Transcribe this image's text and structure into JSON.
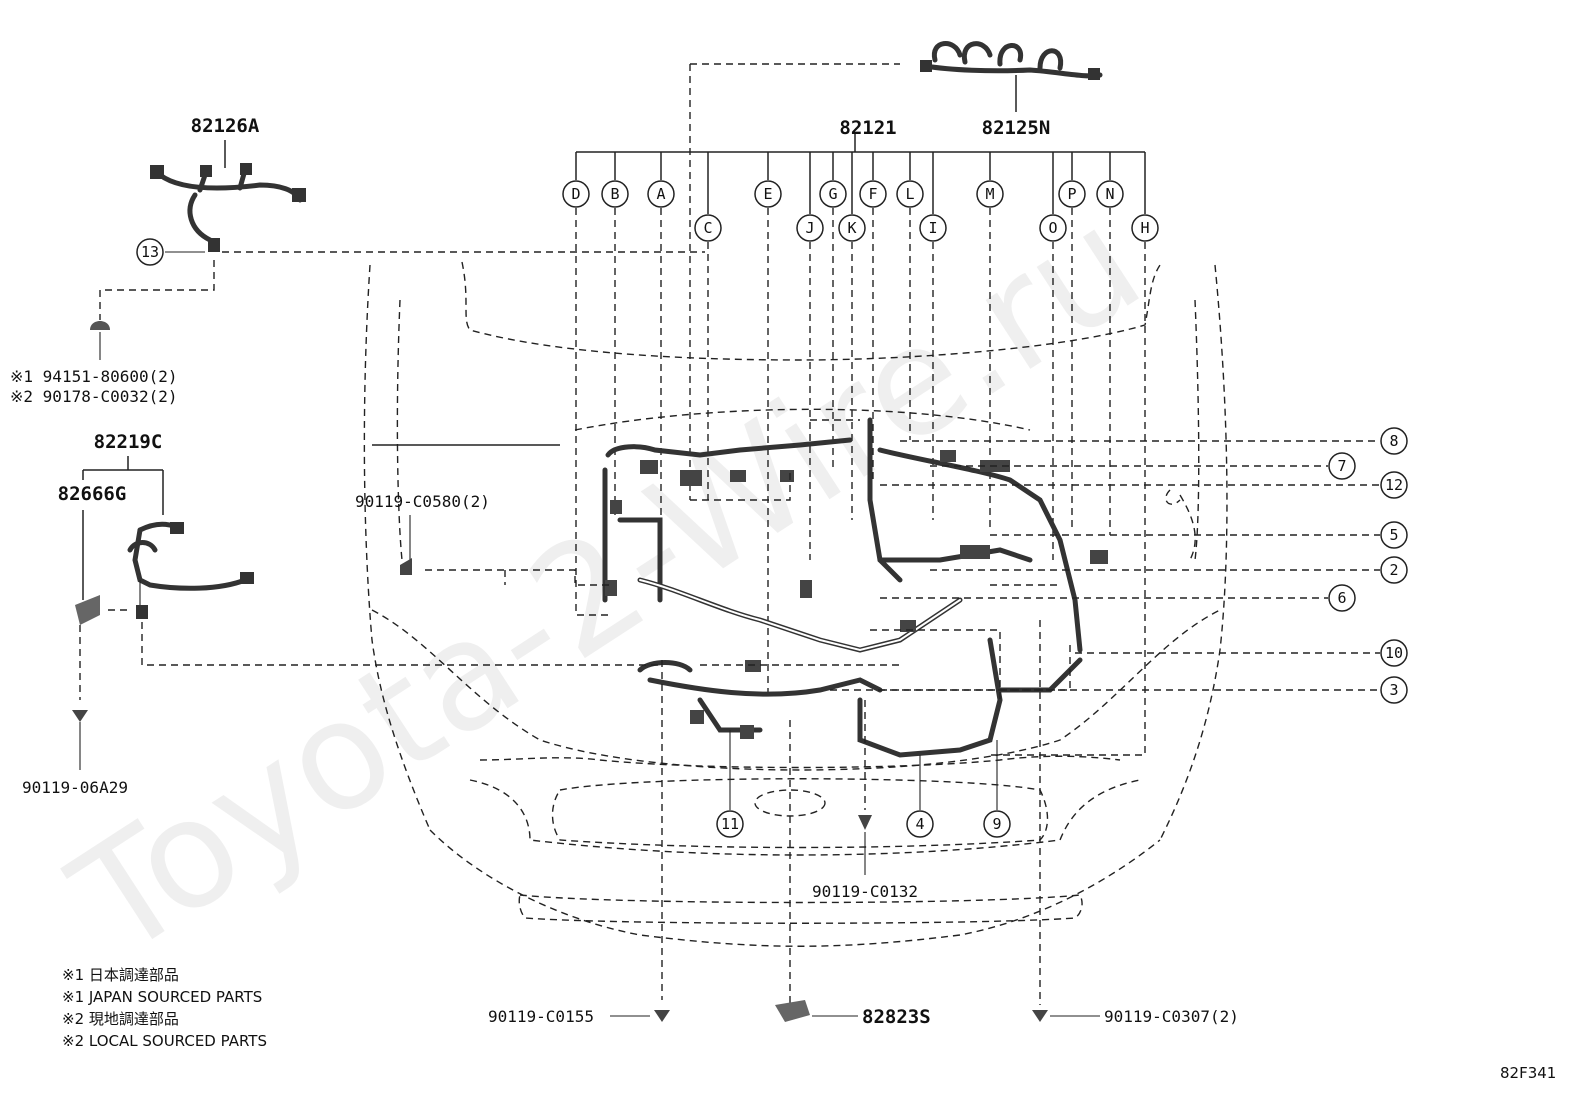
{
  "watermark": "Toyota-2-Wire.ru",
  "parts": {
    "p82126A": "82126A",
    "p82121": "82121",
    "p82125N": "82125N",
    "p82219C": "82219C",
    "p82666G": "82666G",
    "p94151": "※1 94151-80600(2)",
    "p90178": "※2 90178-C0032(2)",
    "p90119_C0580": "90119-C0580(2)",
    "p90119_06A29": "90119-06A29",
    "p90119_C0132": "90119-C0132",
    "p90119_C0155": "90119-C0155",
    "p82823S": "82823S",
    "p90119_C0307": "90119-C0307(2)"
  },
  "letters": [
    "D",
    "B",
    "A",
    "C",
    "E",
    "J",
    "G",
    "K",
    "F",
    "L",
    "I",
    "M",
    "O",
    "P",
    "N",
    "H"
  ],
  "numbers": [
    "13",
    "8",
    "7",
    "12",
    "5",
    "2",
    "6",
    "10",
    "3",
    "11",
    "4",
    "9"
  ],
  "notes": {
    "n1": "※1 日本調達部品",
    "n2": "※1 JAPAN SOURCED PARTS",
    "n3": "※2 現地調達部品",
    "n4": "※2 LOCAL SOURCED PARTS"
  },
  "figure_code": "82F341"
}
